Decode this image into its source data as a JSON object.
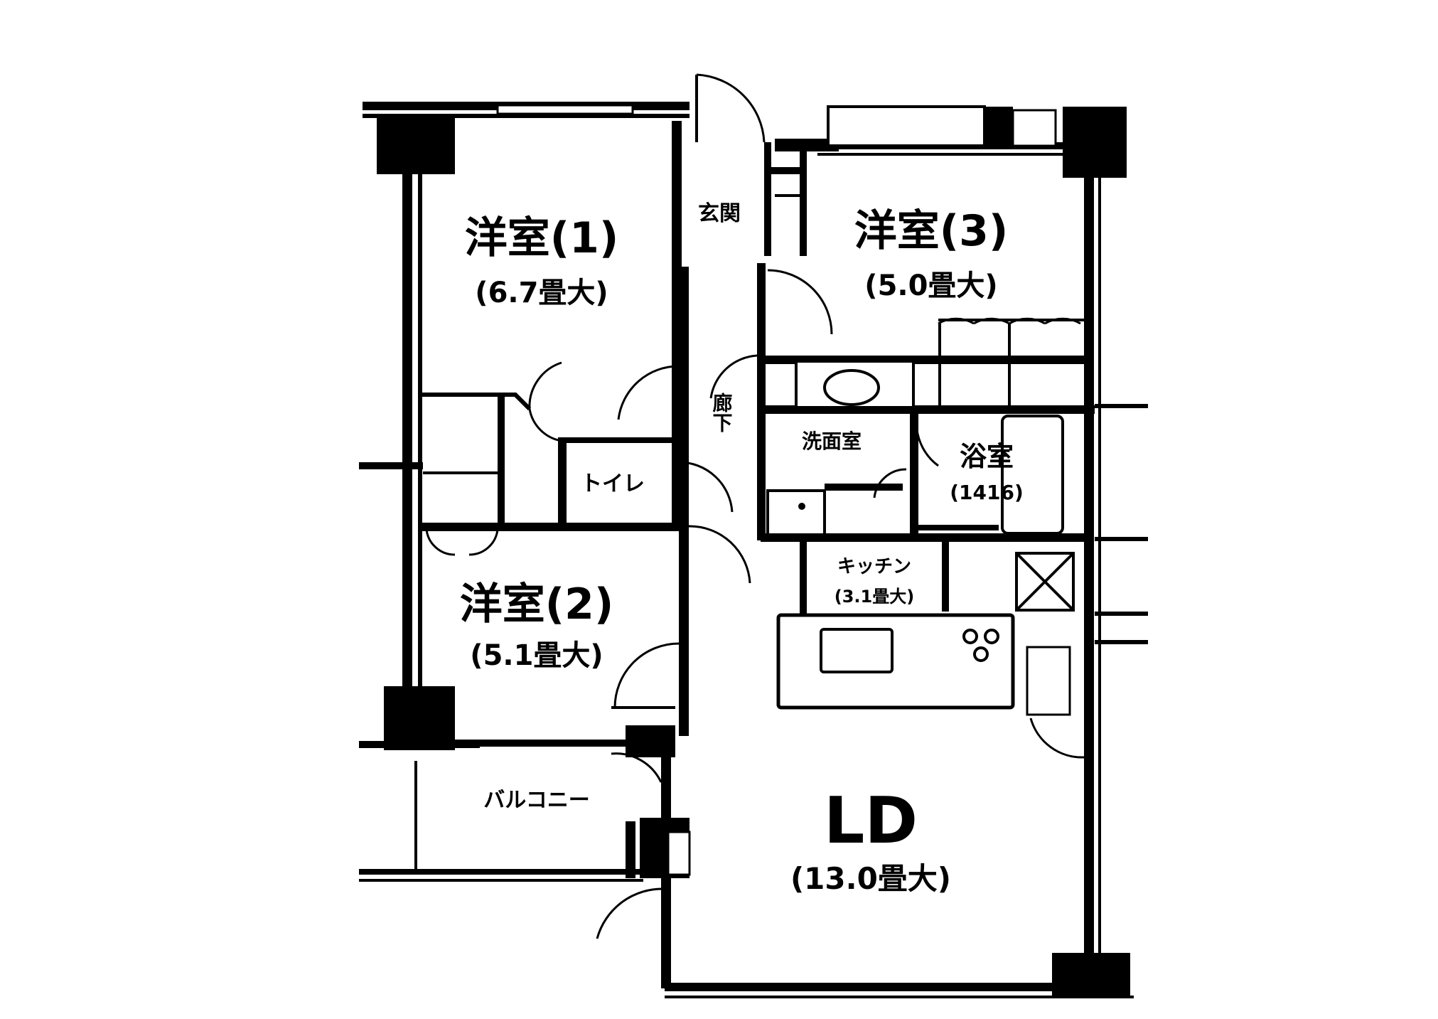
{
  "plan": {
    "rooms": [
      {
        "id": "western1",
        "name": "洋室(1)",
        "size": "(6.7畳大)"
      },
      {
        "id": "western3",
        "name": "洋室(3)",
        "size": "(5.0畳大)"
      },
      {
        "id": "western2",
        "name": "洋室(2)",
        "size": "(5.1畳大)"
      },
      {
        "id": "ld",
        "name": "LD",
        "size": "(13.0畳大)"
      },
      {
        "id": "entrance",
        "name": "玄関"
      },
      {
        "id": "hallway",
        "name": "廊下"
      },
      {
        "id": "washroom",
        "name": "洗面室"
      },
      {
        "id": "bath",
        "name": "浴室",
        "size": "(1416)"
      },
      {
        "id": "toilet",
        "name": "トイレ"
      },
      {
        "id": "kitchen",
        "name": "キッチン",
        "size": "(3.1畳大)"
      },
      {
        "id": "balcony",
        "name": "バルコニー"
      }
    ]
  }
}
